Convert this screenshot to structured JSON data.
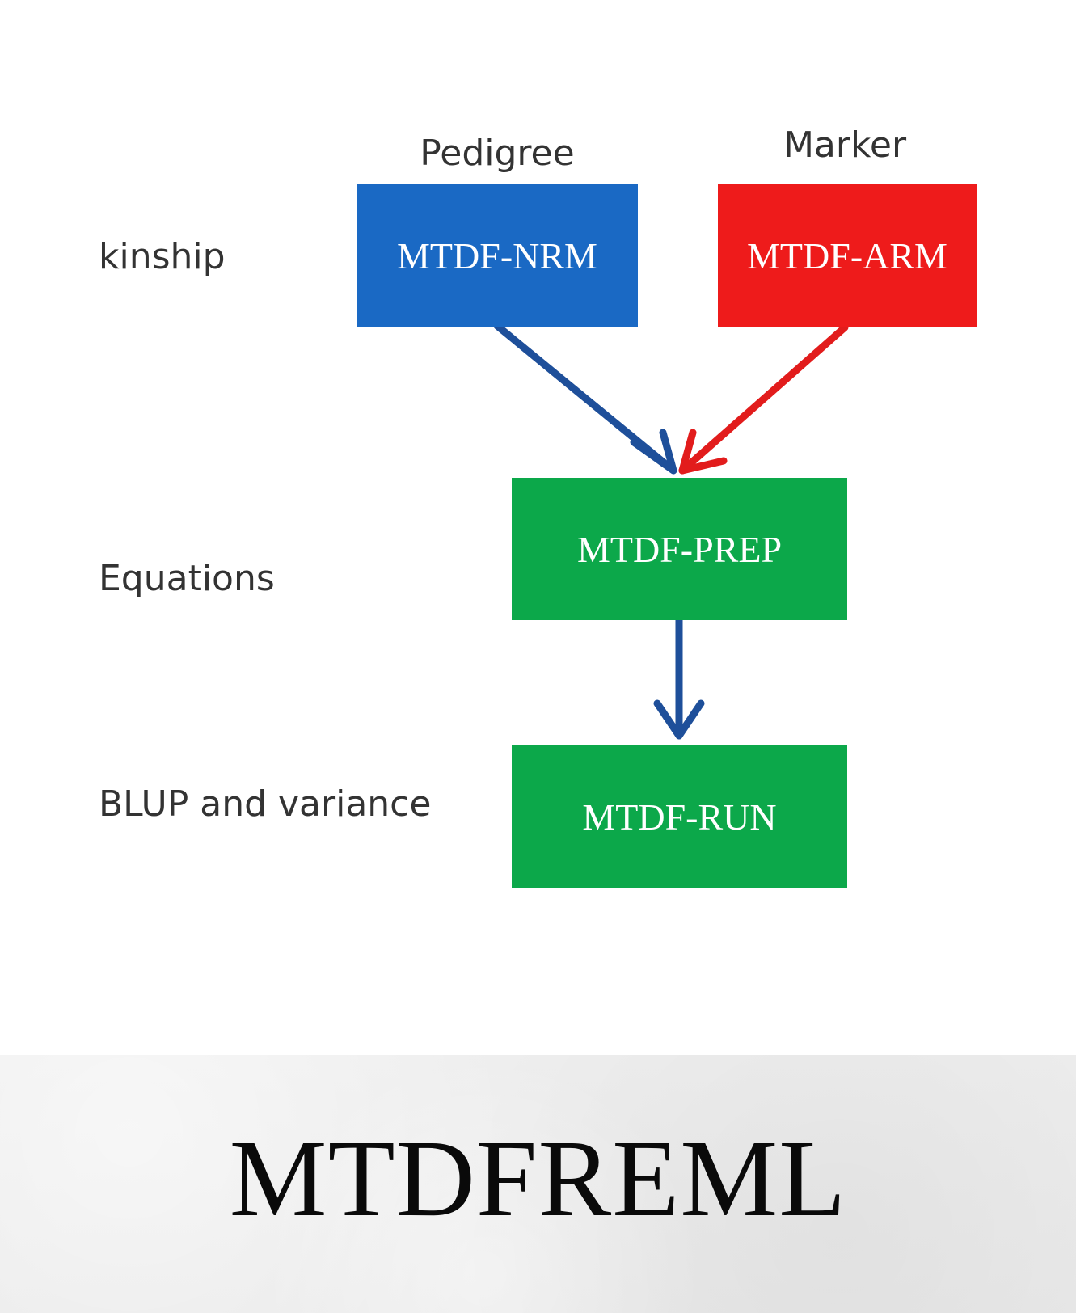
{
  "diagram": {
    "column_headers": {
      "pedigree": "Pedigree",
      "marker": "Marker"
    },
    "row_labels": {
      "kinship": "kinship",
      "equations": "Equations",
      "blup": "BLUP and variance"
    },
    "nodes": {
      "nrm": {
        "label": "MTDF-NRM",
        "color": "#1a69c4"
      },
      "arm": {
        "label": "MTDF-ARM",
        "color": "#ee1b1b"
      },
      "prep": {
        "label": "MTDF-PREP",
        "color": "#0ca84a"
      },
      "run": {
        "label": "MTDF-RUN",
        "color": "#0ca84a"
      }
    },
    "edges": [
      {
        "from": "MTDF-NRM",
        "to": "MTDF-PREP",
        "color": "#1e4f9a"
      },
      {
        "from": "MTDF-ARM",
        "to": "MTDF-PREP",
        "color": "#e21c1c"
      },
      {
        "from": "MTDF-PREP",
        "to": "MTDF-RUN",
        "color": "#1e4f9a"
      }
    ]
  },
  "banner": {
    "title": "MTDFREML"
  }
}
